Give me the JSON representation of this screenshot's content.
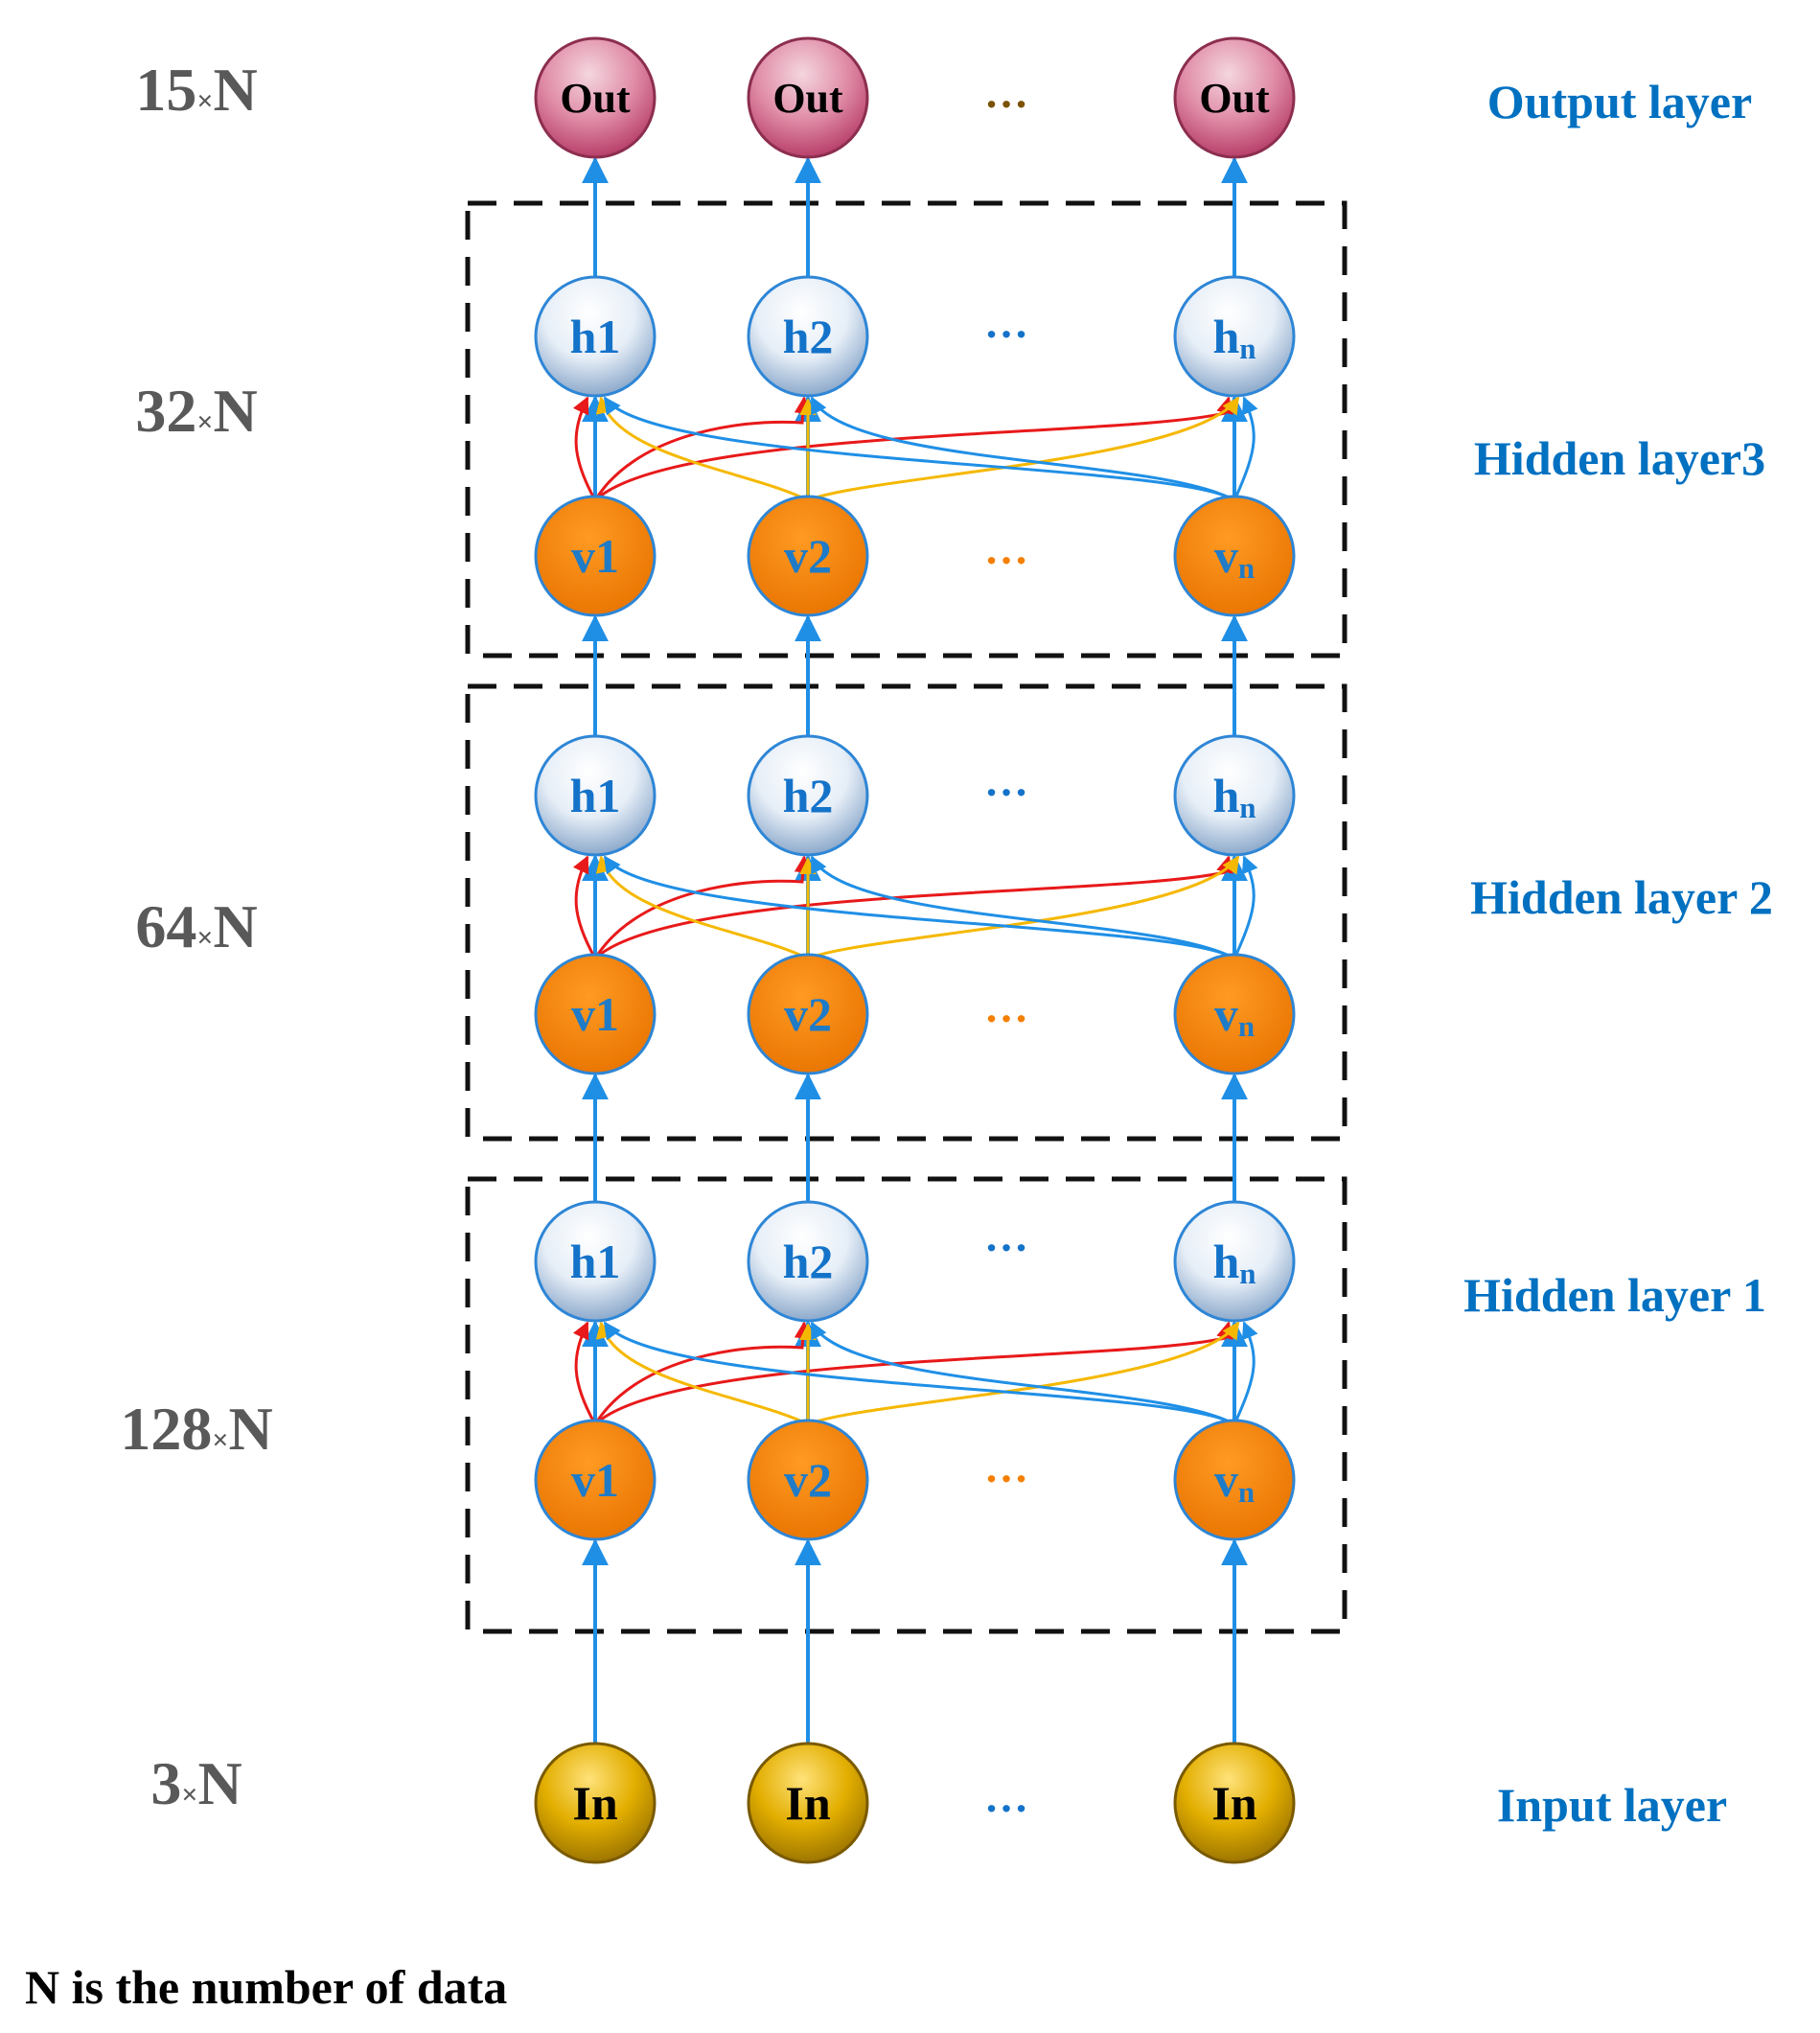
{
  "dimensions": {
    "output": {
      "number": "15",
      "times": "×",
      "unit": "N"
    },
    "hidden3": {
      "number": "32",
      "times": "×",
      "unit": "N"
    },
    "hidden2": {
      "number": "64",
      "times": "×",
      "unit": "N"
    },
    "hidden1": {
      "number": "128",
      "times": "×",
      "unit": "N"
    },
    "input": {
      "number": "3",
      "times": "×",
      "unit": "N"
    }
  },
  "layer_labels": {
    "output": "Output layer",
    "hidden3": "Hidden layer3",
    "hidden2": "Hidden layer 2",
    "hidden1": "Hidden layer 1",
    "input": "Input layer"
  },
  "nodes": {
    "out": "Out",
    "in": "In",
    "h1": "h1",
    "h2": "h2",
    "h_base": "h",
    "v1": "v1",
    "v2": "v2",
    "v_base": "v",
    "subscript_n": "n",
    "ellipsis": "…"
  },
  "footnote": "N is the number of data",
  "colors": {
    "arrow_blue": "#1F8FE6",
    "edge_red": "#E8191A",
    "edge_yellow": "#F5B800",
    "label_blue": "#0070C0",
    "node_text_blue": "#1473C9",
    "v_orange": "#F47F00",
    "v_text": "#1E7BC8",
    "in_gold": "#C89B00",
    "out_pink": "#C9537A",
    "dim_gray": "#595959",
    "dots_brown": "#7A5200",
    "dots_orange": "#F47F00",
    "dots_blue": "#1473C9"
  }
}
